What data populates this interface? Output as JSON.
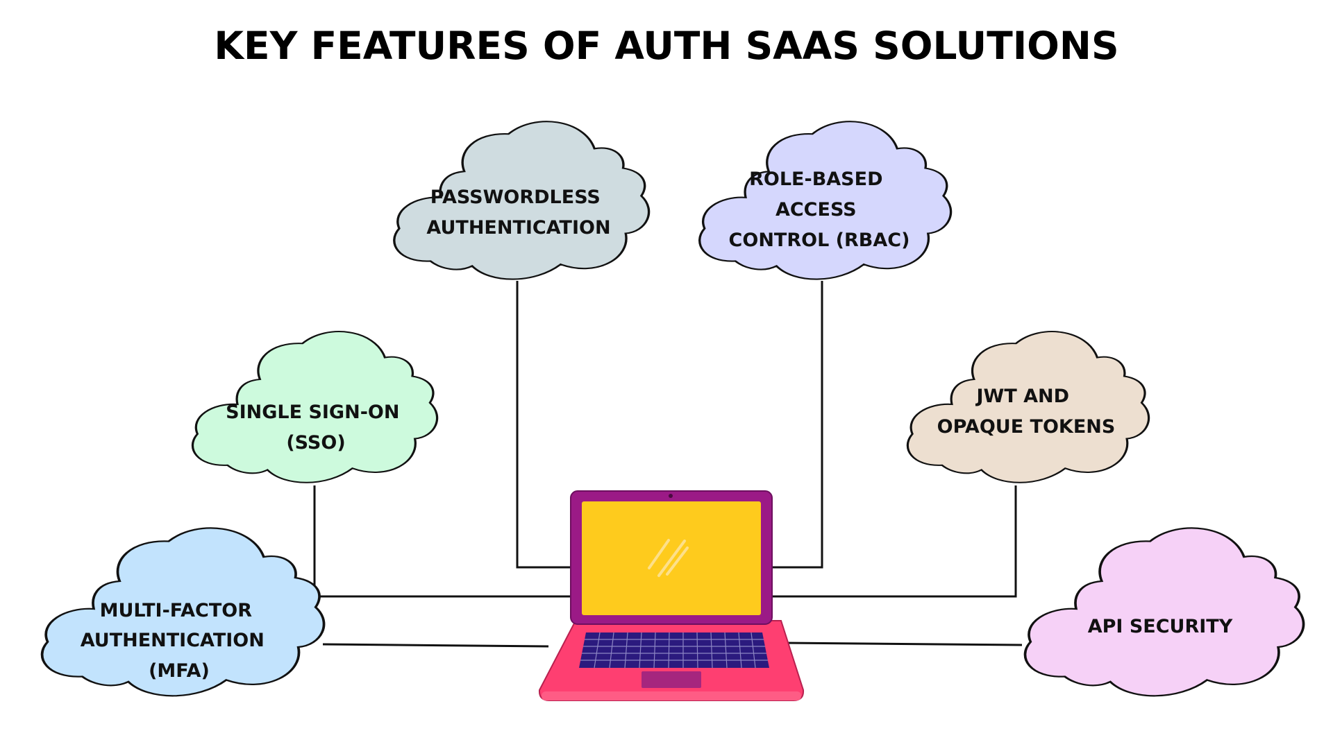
{
  "title": "KEY FEATURES OF AUTH SAAS SOLUTIONS",
  "center": {
    "label": "laptop"
  },
  "features": [
    {
      "id": "passwordless",
      "lines": [
        "PASSWORDLESS",
        "AUTHENTICATION"
      ],
      "fill": "#cfdce0"
    },
    {
      "id": "rbac",
      "lines": [
        "ROLE-BASED",
        "ACCESS",
        "CONTROL (RBAC)"
      ],
      "fill": "#d5d7fd"
    },
    {
      "id": "sso",
      "lines": [
        "SINGLE SIGN-ON",
        "(SSO)"
      ],
      "fill": "#cdfadd"
    },
    {
      "id": "jwt",
      "lines": [
        "JWT AND",
        "OPAQUE TOKENS"
      ],
      "fill": "#eddfd0"
    },
    {
      "id": "mfa",
      "lines": [
        "MULTI-FACTOR",
        "AUTHENTICATION",
        "(MFA)"
      ],
      "fill": "#c2e3fd"
    },
    {
      "id": "api",
      "lines": [
        "API SECURITY"
      ],
      "fill": "#f6d1f7"
    }
  ],
  "colors": {
    "stroke": "#111111",
    "laptop_frame": "#9b1a86",
    "laptop_screen": "#fecb1d",
    "laptop_base": "#fe3f71",
    "keyboard": "#2b1a7e",
    "trackpad": "#a5267e"
  }
}
